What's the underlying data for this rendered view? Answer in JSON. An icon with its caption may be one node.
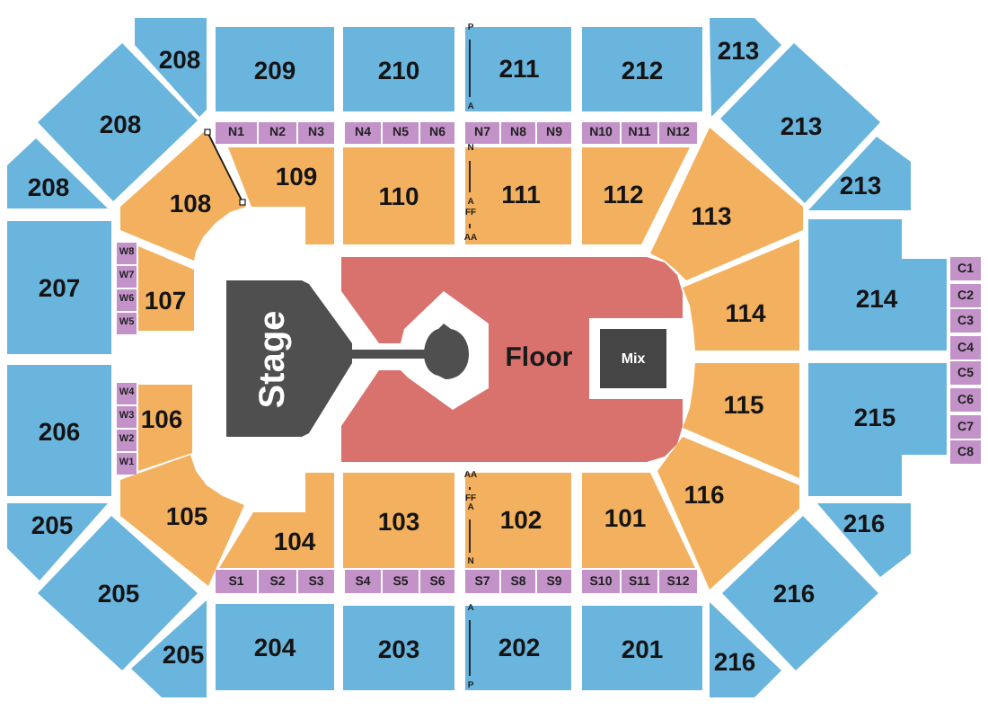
{
  "diagram": {
    "nodes": [
      {
        "text": [
          "208"
        ]
      },
      {
        "text": [
          "209"
        ]
      },
      {
        "text": [
          "210"
        ]
      },
      {
        "text": [
          "211"
        ]
      },
      {
        "text": [
          "212"
        ]
      },
      {
        "text": [
          "213"
        ]
      },
      {
        "text": [
          "208"
        ]
      },
      {
        "text": [
          "213"
        ]
      },
      {
        "text": [
          "N1"
        ]
      },
      {
        "text": [
          "N2"
        ]
      },
      {
        "text": [
          "N3"
        ]
      },
      {
        "text": [
          "N4"
        ]
      },
      {
        "text": [
          "N5"
        ]
      },
      {
        "text": [
          "N6"
        ]
      },
      {
        "text": [
          "N7"
        ]
      },
      {
        "text": [
          "N8"
        ]
      },
      {
        "text": [
          "N9"
        ]
      },
      {
        "text": [
          "N10"
        ]
      },
      {
        "text": [
          "N11"
        ]
      },
      {
        "text": [
          "N12"
        ]
      },
      {
        "text": [
          "208"
        ]
      },
      {
        "text": [
          "108"
        ]
      },
      {
        "text": [
          "109"
        ]
      },
      {
        "text": [
          "110"
        ]
      },
      {
        "text": [
          "111"
        ]
      },
      {
        "text": [
          "112"
        ]
      },
      {
        "text": [
          "113"
        ]
      },
      {
        "text": [
          "213"
        ]
      },
      {
        "text": [
          "207"
        ]
      },
      {
        "text": [
          "W8"
        ]
      },
      {
        "text": [
          "W7"
        ]
      },
      {
        "text": [
          "W6"
        ]
      },
      {
        "text": [
          "W5"
        ]
      },
      {
        "text": [
          "107"
        ]
      },
      {
        "text": [
          "214"
        ]
      },
      {
        "text": [
          "C1"
        ]
      },
      {
        "text": [
          "C2"
        ]
      },
      {
        "text": [
          "C3"
        ]
      },
      {
        "text": [
          "C4"
        ]
      },
      {
        "text": [
          "C5"
        ]
      },
      {
        "text": [
          "C6"
        ]
      },
      {
        "text": [
          "C7"
        ]
      },
      {
        "text": [
          "C8"
        ]
      },
      {
        "text": [
          "Stage"
        ]
      },
      {
        "text": [
          "Floor"
        ]
      },
      {
        "text": [
          "Mix"
        ],
        "in": 44
      },
      {
        "text": [
          "114"
        ]
      },
      {
        "text": [
          "115"
        ]
      },
      {
        "text": [
          "206"
        ]
      },
      {
        "text": [
          "W4"
        ]
      },
      {
        "text": [
          "W3"
        ]
      },
      {
        "text": [
          "W2"
        ]
      },
      {
        "text": [
          "W1"
        ]
      },
      {
        "text": [
          "106"
        ]
      },
      {
        "text": [
          "215"
        ]
      },
      {
        "text": [
          "116"
        ]
      },
      {
        "text": [
          "105"
        ]
      },
      {
        "text": [
          "104"
        ]
      },
      {
        "text": [
          "103"
        ]
      },
      {
        "text": [
          "102"
        ]
      },
      {
        "text": [
          "101"
        ]
      },
      {
        "text": [
          "205"
        ]
      },
      {
        "text": [
          "216"
        ]
      },
      {
        "text": [
          "S1"
        ]
      },
      {
        "text": [
          "S2"
        ]
      },
      {
        "text": [
          "S3"
        ]
      },
      {
        "text": [
          "S4"
        ]
      },
      {
        "text": [
          "S5"
        ]
      },
      {
        "text": [
          "S6"
        ]
      },
      {
        "text": [
          "S7"
        ]
      },
      {
        "text": [
          "S8"
        ]
      },
      {
        "text": [
          "S9"
        ]
      },
      {
        "text": [
          "S10"
        ]
      },
      {
        "text": [
          "S11"
        ]
      },
      {
        "text": [
          "S12"
        ]
      },
      {
        "text": [
          "205"
        ]
      },
      {
        "text": [
          "216"
        ]
      },
      {
        "text": [
          "204"
        ]
      },
      {
        "text": [
          "203"
        ]
      },
      {
        "text": [
          "202"
        ]
      },
      {
        "text": [
          "201"
        ]
      },
      {
        "text": [
          "205"
        ]
      },
      {
        "text": [
          "216"
        ]
      }
    ],
    "labels": [
      "P",
      "A",
      "N",
      "A",
      "FF",
      "AA",
      "AA",
      "FF",
      "A",
      "N",
      "A",
      "P"
    ]
  }
}
